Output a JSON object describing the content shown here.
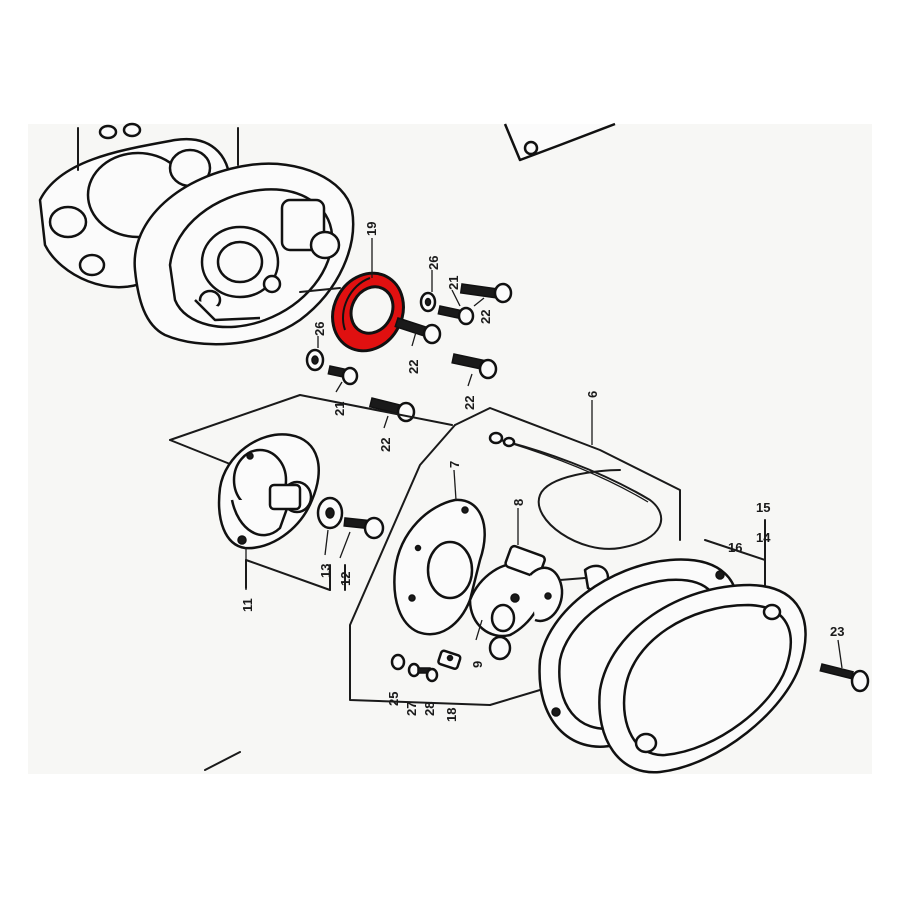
{
  "diagram": {
    "highlight_color": "#e01010",
    "line_color": "#1a1a1a",
    "background_color": "#f7f7f5",
    "highlighted_part": "19",
    "callouts": {
      "c19": "19",
      "c26a": "26",
      "c21a": "21",
      "c22a": "22",
      "c26b": "26",
      "c22b": "22",
      "c21b": "21",
      "c22c": "22",
      "c22d": "22",
      "c6": "6",
      "c7": "7",
      "c8a": "8",
      "c15": "15",
      "c14": "14",
      "c16": "16",
      "c13": "13",
      "c12": "12",
      "c11": "11",
      "c9": "9",
      "c23": "23",
      "c25": "25",
      "c27": "27",
      "c28": "28",
      "c18": "18"
    }
  }
}
